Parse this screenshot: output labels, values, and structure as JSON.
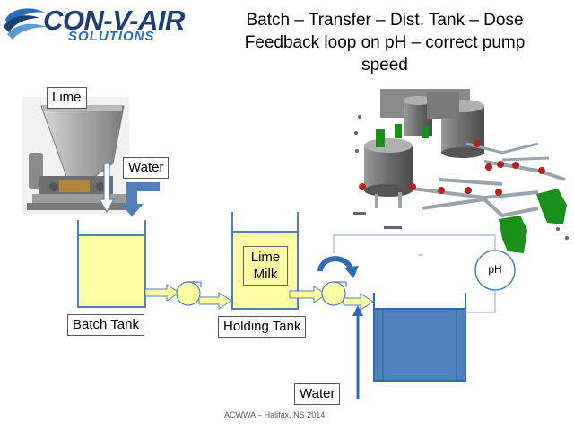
{
  "logo": {
    "name": "CON-V-AIR",
    "sub": "SOLUTIONS"
  },
  "title": {
    "line1": "Batch – Transfer – Dist. Tank – Dose",
    "line2": "Feedback loop on pH – correct pump",
    "line3": "speed"
  },
  "labels": {
    "lime": "Lime",
    "water_top": "Water",
    "batch_tank": "Batch Tank",
    "holding_tank": "Holding Tank",
    "lime_milk_1": "Lime",
    "lime_milk_2": "Milk",
    "ph": "pH",
    "water_bottom": "Water"
  },
  "footer": "ACWWA – Halifax, NS 2014",
  "colors": {
    "lime_fill": "#fffca6",
    "water_fill": "#4f81bd",
    "arrow_blue": "#4f81bd",
    "logo_dark": "#1c3f78",
    "logo_light": "#2a6eb3",
    "valve_green": "#1a8f1a"
  }
}
